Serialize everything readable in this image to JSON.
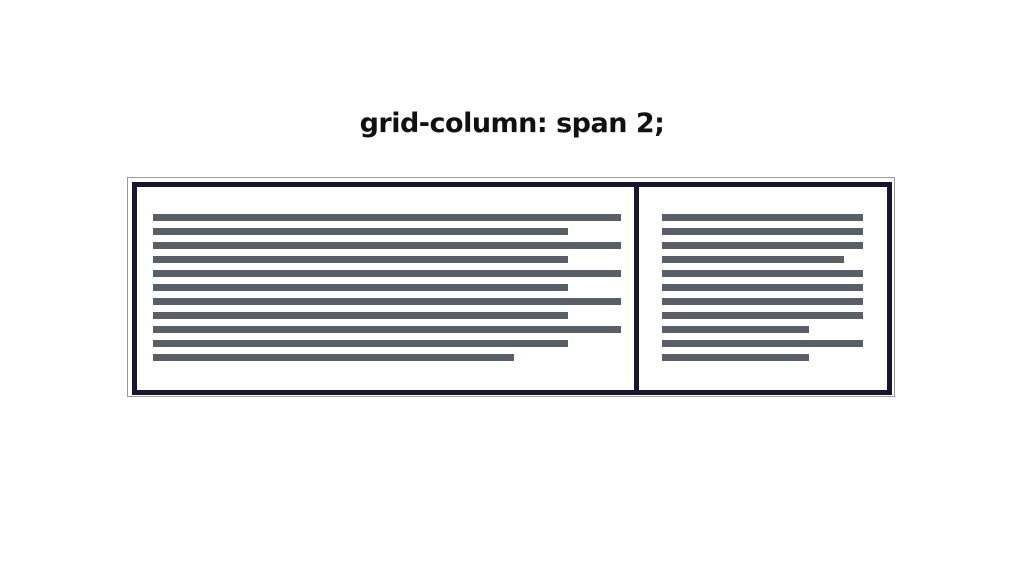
{
  "title": "grid-column: span 2;",
  "colors": {
    "border": "#1a1433",
    "text_placeholder": "#5a5e66",
    "frame": "#9a9a9a"
  },
  "columns": [
    {
      "name": "spanning-item",
      "span": 2,
      "line_count": 11
    },
    {
      "name": "single-item",
      "span": 1,
      "line_count": 11
    }
  ]
}
